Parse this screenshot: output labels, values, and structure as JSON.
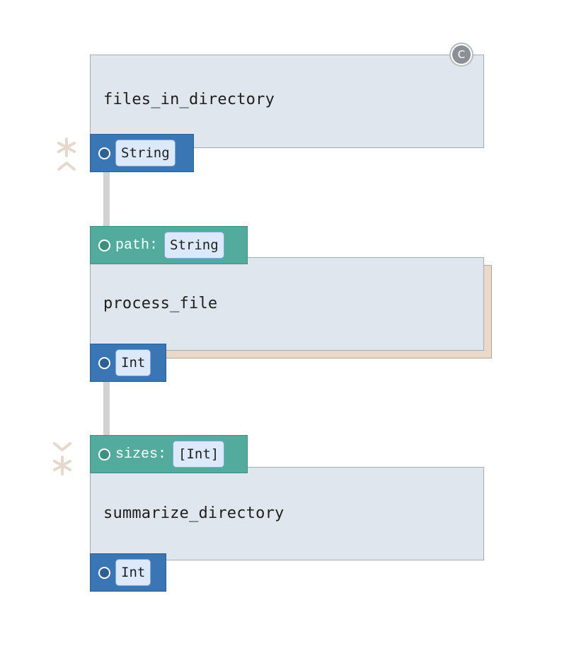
{
  "nodes": [
    {
      "title": "files_in_directory",
      "badge": "C",
      "output": {
        "type": "String"
      }
    },
    {
      "title": "process_file",
      "input": {
        "label": "path:",
        "type": "String"
      },
      "output": {
        "type": "Int"
      }
    },
    {
      "title": "summarize_directory",
      "input": {
        "label": "sizes:",
        "type": "[Int]"
      },
      "output": {
        "type": "Int"
      }
    }
  ],
  "markers": [
    "split-asterisk-icon",
    "gather-asterisk-icon"
  ],
  "colors": {
    "node_bg": "#dfe6ed",
    "output_port": "#3b76b4",
    "input_port": "#52ab9d",
    "type_pill": "#dce9fb",
    "wire": "#d2d2d2",
    "marker": "#e6d8cc",
    "mapped_shadow": "#ead9cb"
  }
}
